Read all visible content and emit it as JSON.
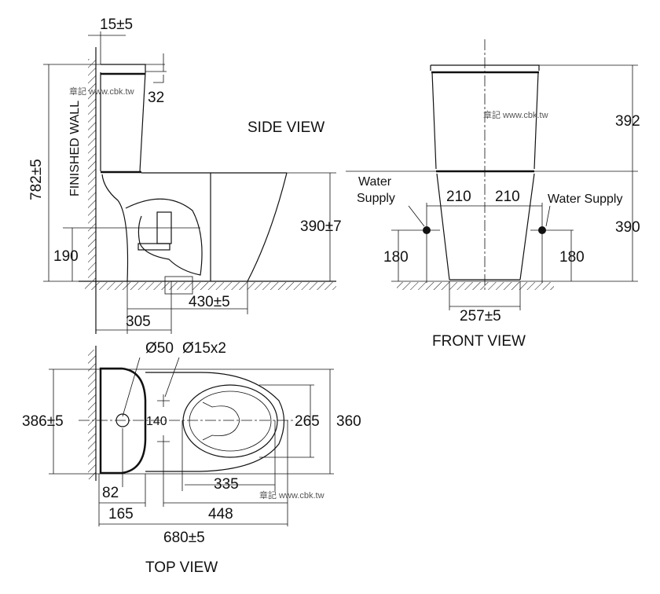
{
  "side_view": {
    "title": "SIDE VIEW",
    "wall_label": "FINISHED WALL",
    "dims": {
      "wall_gap": "15±5",
      "lid": "32",
      "total_height": "782±5",
      "seat_height": "390±7",
      "outlet_height": "190",
      "outlet_to_front": "430±5",
      "outlet_from_wall": "305"
    }
  },
  "front_view": {
    "title": "FRONT VIEW",
    "water_supply_left": [
      "Water",
      "Supply"
    ],
    "water_supply_right": "Water Supply",
    "dims": {
      "tank_height": "392",
      "bowl_height": "390",
      "left_offset": "210",
      "right_offset": "210",
      "left_supply_height": "180",
      "right_supply_height": "180",
      "base_width": "257±5"
    }
  },
  "top_view": {
    "title": "TOP VIEW",
    "dims": {
      "outlet_dia": "Ø50",
      "bolt_holes": "Ø15x2",
      "tank_width": "386±5",
      "bolt_spacing": "140",
      "seat_width": "265",
      "bowl_width": "360",
      "seat_length": "335",
      "outlet_from_wall": "82",
      "tank_depth": "165",
      "bowl_length": "448",
      "total_length": "680±5"
    }
  },
  "watermark": "章記 www.cbk.tw"
}
